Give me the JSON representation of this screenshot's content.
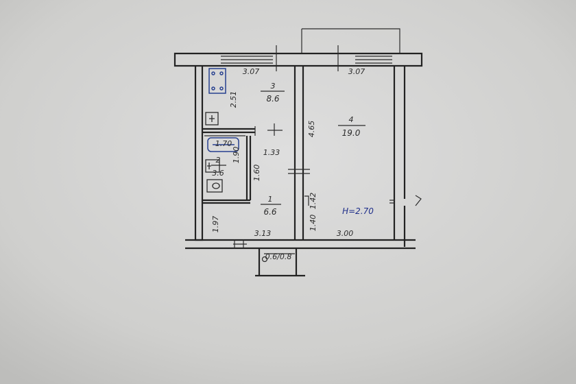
{
  "plan": {
    "rooms": [
      {
        "number": "3",
        "area": "8.6"
      },
      {
        "number": "4",
        "area": "19.0"
      },
      {
        "number": "2",
        "area": "3.6"
      },
      {
        "number": "1",
        "area": "6.6"
      }
    ],
    "dimensions": {
      "kitchen_width": "3.07",
      "living_width_top": "3.07",
      "kitchen_depth": "2.51",
      "living_depth": "4.65",
      "corridor_width": "1.33",
      "bath_width": "1.70",
      "bath_depth": "1.90",
      "wc_depth": "1.60",
      "hall_depth": "1.97",
      "hall_width": "3.13",
      "living_width_bottom": "3.00",
      "niche_depth": "1.42",
      "entry_depth": "1.40"
    },
    "notes": {
      "ceiling_height": "H=2.70",
      "entry_tag": "0.6/0.8"
    }
  },
  "colors": {
    "paper": "#d8d8d6",
    "ink": "#222222",
    "blue_ink": "#1f2f8a"
  }
}
